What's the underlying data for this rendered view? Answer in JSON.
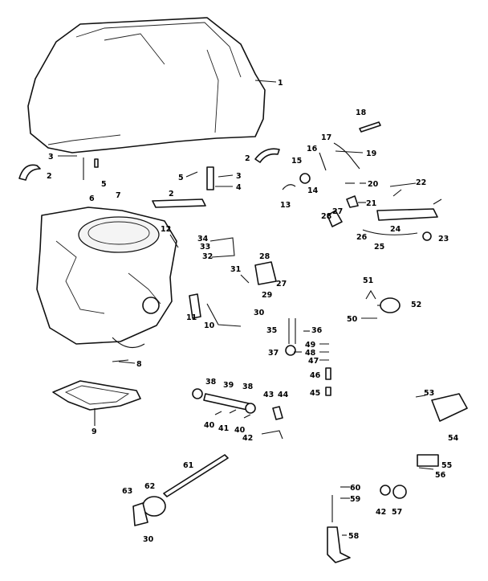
{
  "callouts": {
    "c1": "1",
    "c2a": "2",
    "c2b": "2",
    "c2c": "2",
    "c3a": "3",
    "c3b": "3",
    "c4": "4",
    "c5a": "5",
    "c5b": "5",
    "c6": "6",
    "c7": "7",
    "c8": "8",
    "c9": "9",
    "c10": "10",
    "c11": "11",
    "c12": "12",
    "c13": "13",
    "c14": "14",
    "c15": "15",
    "c16": "16",
    "c17": "17",
    "c18": "18",
    "c19": "19",
    "c20": "20",
    "c21": "21",
    "c22": "22",
    "c23": "23",
    "c24": "24",
    "c25": "25",
    "c26": "26",
    "c27a": "27",
    "c27b": "27",
    "c28a": "28",
    "c28b": "28",
    "c29": "29",
    "c30a": "30",
    "c30b": "30",
    "c31": "31",
    "c32": "32",
    "c33": "33",
    "c34": "34",
    "c35": "35",
    "c36": "36",
    "c37": "37",
    "c38a": "38",
    "c38b": "38",
    "c39": "39",
    "c40a": "40",
    "c40b": "40",
    "c41": "41",
    "c42a": "42",
    "c42b": "42",
    "c43": "43",
    "c44": "44",
    "c45": "45",
    "c46": "46",
    "c47": "47",
    "c48": "48",
    "c49": "49",
    "c50": "50",
    "c51": "51",
    "c52": "52",
    "c53": "53",
    "c54": "54",
    "c55": "55",
    "c56": "56",
    "c57": "57",
    "c58": "58",
    "c59": "59",
    "c60": "60",
    "c61": "61",
    "c62": "62",
    "c63": "63"
  }
}
